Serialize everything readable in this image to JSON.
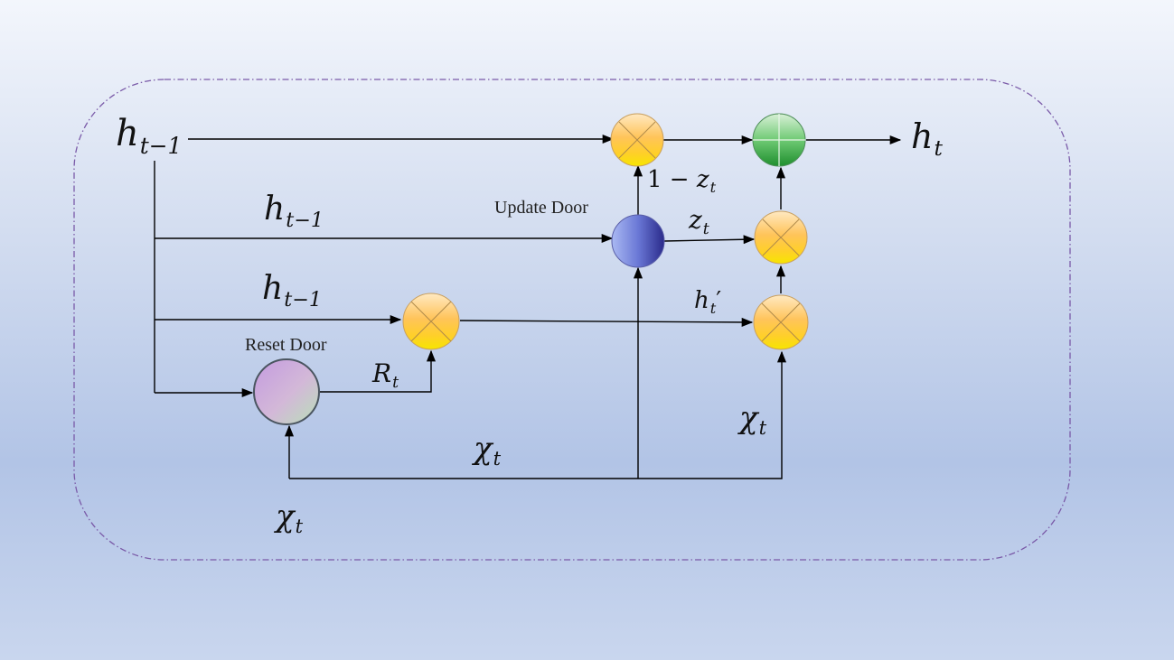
{
  "labels": {
    "h_prev_input": {
      "base": "h",
      "sub": "t−1"
    },
    "h_prev_update": {
      "base": "h",
      "sub": "t−1"
    },
    "h_prev_reset": {
      "base": "h",
      "sub": "t−1"
    },
    "h_out": {
      "base": "h",
      "sub": "t"
    },
    "one_minus_z": {
      "pre": "1 − ",
      "base": "z",
      "sub": "t"
    },
    "z": {
      "base": "z",
      "sub": "t"
    },
    "h_candidate": {
      "base": "h",
      "sub": "t",
      "post": "′"
    },
    "r": {
      "base": "R",
      "sub": "t"
    },
    "x_input": {
      "base": "χ",
      "sub": "t"
    },
    "x_mid": {
      "base": "χ",
      "sub": "t"
    },
    "x_right": {
      "base": "χ",
      "sub": "t"
    }
  },
  "captions": {
    "update_door": "Update Door",
    "reset_door": "Reset Door"
  },
  "colors": {
    "multiply_node": "#f5c400",
    "add_node": "#2e9b3a",
    "update_gate": "#3a3fb0",
    "reset_gate": "#c9a6d6",
    "border": "#7a5aa8",
    "arrow": "#000000"
  }
}
